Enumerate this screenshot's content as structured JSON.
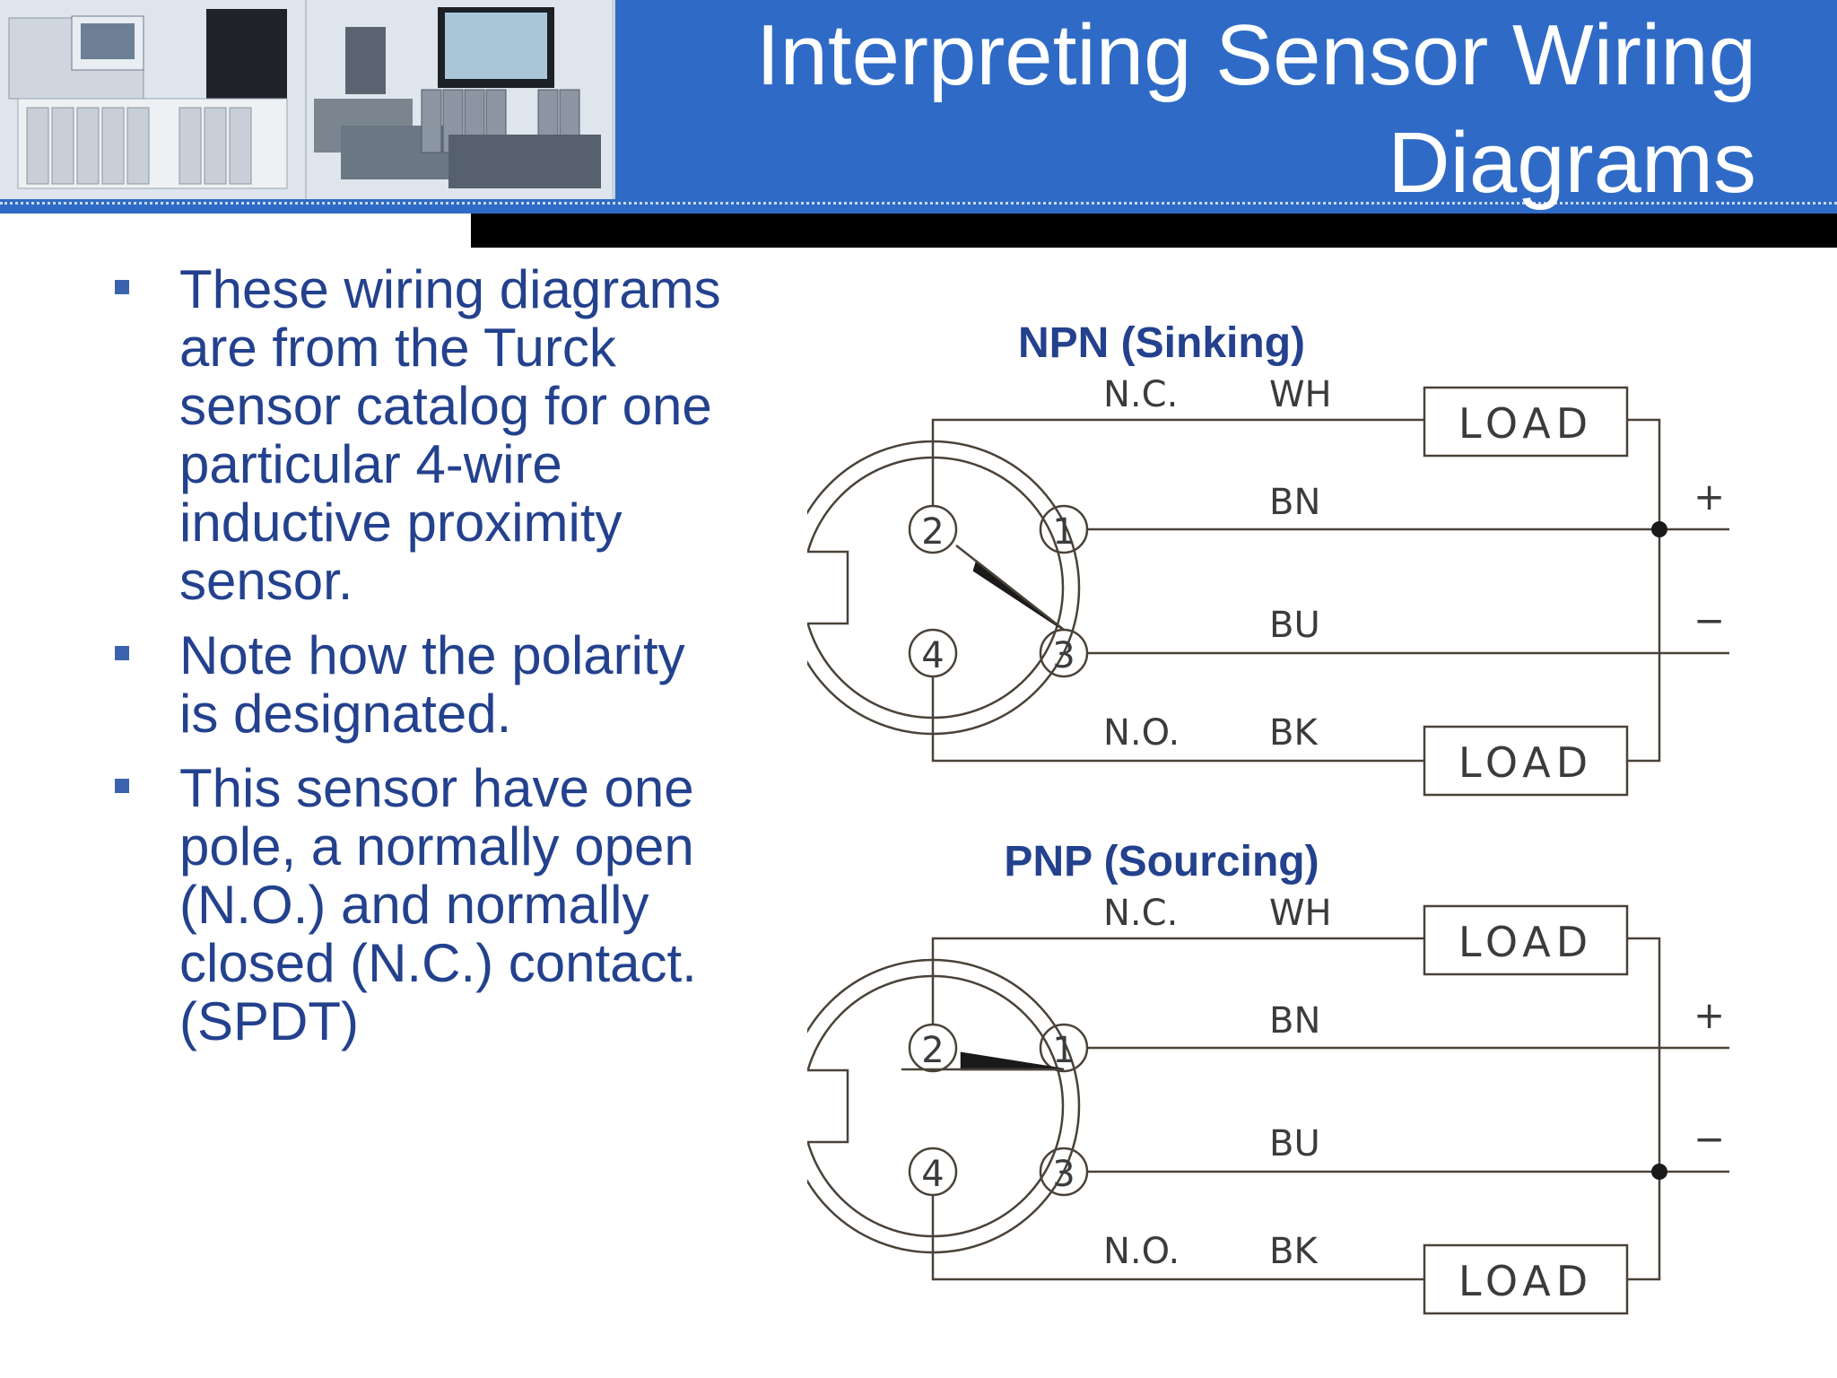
{
  "header": {
    "title_line1": "Interpreting Sensor Wiring",
    "title_line2": "Diagrams"
  },
  "bullets": [
    "These wiring diagrams are from the Turck sensor catalog for one particular 4-wire inductive proximity sensor.",
    "Note how the polarity is designated.",
    "This sensor have one pole, a normally open (N.O.) and normally closed (N.C.) contact. (SPDT)"
  ],
  "diagrams": [
    {
      "title": "NPN (Sinking)",
      "nc": "N.C.",
      "no": "N.O.",
      "wires": {
        "wh": "WH",
        "bn": "BN",
        "bu": "BU",
        "bk": "BK"
      },
      "load": "LOAD",
      "plus": "+",
      "minus": "−",
      "pins": [
        "1",
        "2",
        "3",
        "4"
      ]
    },
    {
      "title": "PNP (Sourcing)",
      "nc": "N.C.",
      "no": "N.O.",
      "wires": {
        "wh": "WH",
        "bn": "BN",
        "bu": "BU",
        "bk": "BK"
      },
      "load": "LOAD",
      "plus": "+",
      "minus": "−",
      "pins": [
        "1",
        "2",
        "3",
        "4"
      ]
    }
  ]
}
